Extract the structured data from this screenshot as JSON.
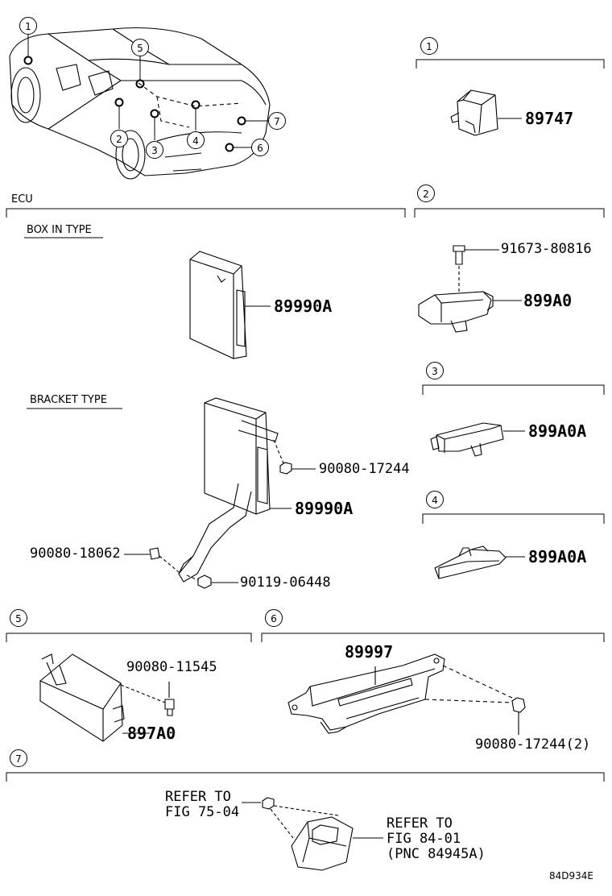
{
  "sections": {
    "s1": "1",
    "s2": "2",
    "s3": "3",
    "s4": "4",
    "s5": "5",
    "s6": "6",
    "s7": "7"
  },
  "overview_markers": [
    "1",
    "2",
    "3",
    "4",
    "5",
    "6",
    "7"
  ],
  "ecu": {
    "heading": "ECU",
    "box_in_type": "BOX IN TYPE",
    "bracket_type": "BRACKET TYPE"
  },
  "parts": {
    "p89747": "89747",
    "p91673": "91673-80816",
    "p899A0": "899A0",
    "p899A0A_3": "899A0A",
    "p899A0A_4": "899A0A",
    "p89990A_box": "89990A",
    "p90080_17244": "90080-17244",
    "p89990A_bracket": "89990A",
    "p90080_18062": "90080-18062",
    "p90119_06448": "90119-06448",
    "p90080_11545": "90080-11545",
    "p897A0": "897A0",
    "p89997": "89997",
    "p90080_17244_2": "90080-17244(2)"
  },
  "refs": {
    "ref1_line1": "REFER TO",
    "ref1_line2": "FIG 75-04",
    "ref2_line1": "REFER TO",
    "ref2_line2": "FIG 84-01",
    "ref2_line3": "(PNC 84945A)"
  },
  "figure_code": "84D934E"
}
